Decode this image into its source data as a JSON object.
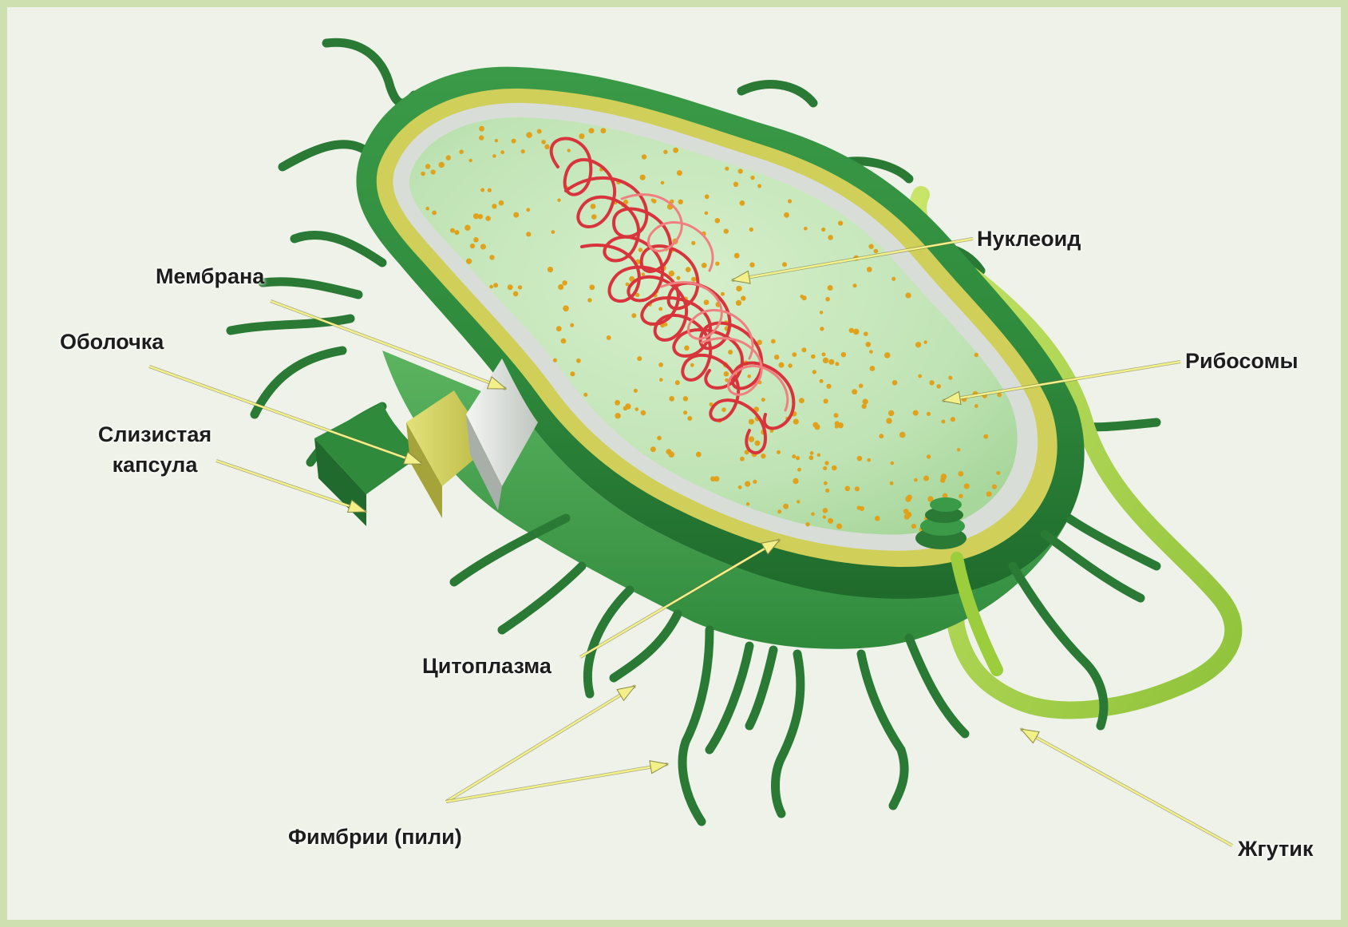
{
  "labels": {
    "membrane": "Мембрана",
    "shell": "Оболочка",
    "capsule_line1": "Слизистая",
    "capsule_line2": "капсула",
    "nucleoid": "Нуклеоид",
    "ribosomes": "Рибосомы",
    "cytoplasm": "Цитоплазма",
    "fimbriae": "Фимбрии (пили)",
    "flagellum": "Жгутик"
  },
  "colors": {
    "background": "#eff2e8",
    "frame": "#cfe0b0",
    "capsule": "#2f8a3c",
    "cell_wall": "#cfcf5a",
    "membrane": "#d9ddd8",
    "cytoplasm": "#bfe3b4",
    "nucleoid": "#d8343b",
    "ribosomes": "#e0a21c",
    "pili": "#2a7a36",
    "flagellum": "#a9d13f",
    "pointer": "#f3f08a"
  }
}
